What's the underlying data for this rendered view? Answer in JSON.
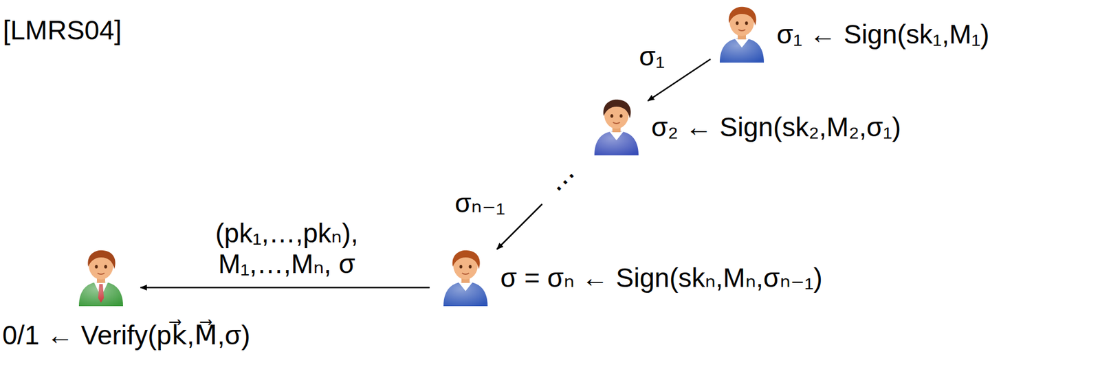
{
  "diagram": {
    "nodes": [
      {
        "text": [
          "σ₁ ← Sign(sk₁,M₁)"
        ]
      },
      {
        "text": [
          "σ₂ ← Sign(sk₂,M₂,σ₁)"
        ]
      },
      {
        "text": [
          "σ = σₙ ← Sign(skₙ,Mₙ,σₙ₋₁)"
        ]
      },
      {
        "text": [
          "0/1 ← Verify(pk⃗,M⃗,σ)"
        ]
      }
    ],
    "edges": [
      {
        "from": 0,
        "to": 1,
        "arrow": "to",
        "label": "σ₁"
      },
      {
        "from": 1,
        "to": 2,
        "arrow": "to",
        "label": "σₙ₋₁"
      },
      {
        "from": 2,
        "to": 3,
        "arrow": "to",
        "label": "(pk₁,…,pkₙ), M₁,…,Mₙ, σ"
      }
    ],
    "labels": [
      "[LMRS04]",
      "⋯"
    ]
  }
}
